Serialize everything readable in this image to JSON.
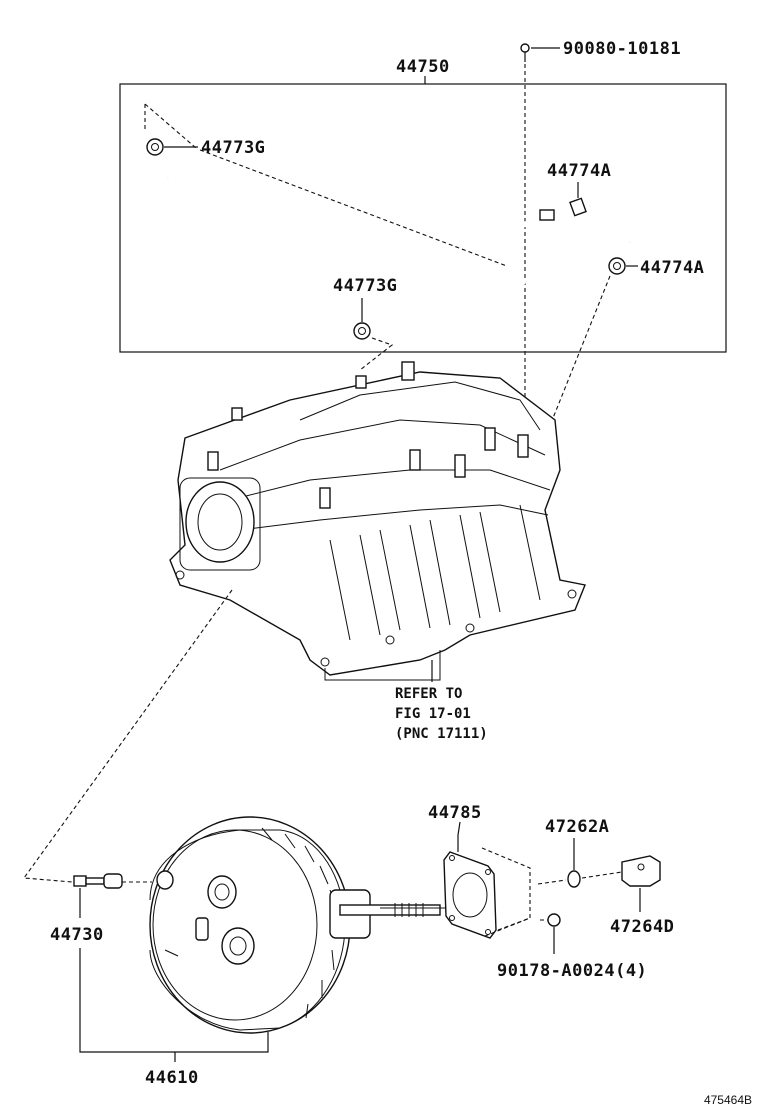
{
  "labels": {
    "bolt_top": "90080-10181",
    "hose_assembly": "44750",
    "clip_g_upper": "44773G",
    "clip_g_lower": "44773G",
    "clip_a_upper": "44774A",
    "clip_a_lower": "44774A",
    "refer_line1": "REFER TO",
    "refer_line2": "FIG 17-01",
    "refer_line3": "(PNC 17111)",
    "gasket": "44785",
    "clip_272": "47262A",
    "bracket": "47264D",
    "nut": "90178-A0024(4)",
    "check_valve": "44730",
    "booster": "44610",
    "diagram_id": "475464B"
  }
}
